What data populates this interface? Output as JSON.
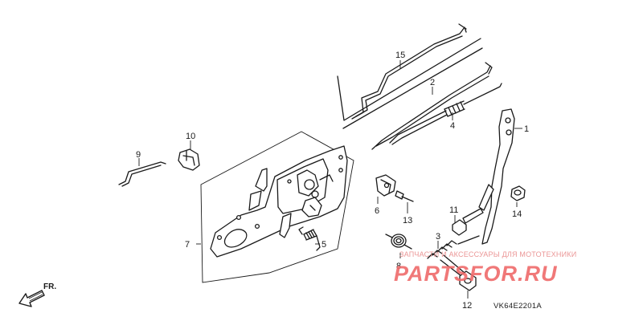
{
  "diagram": {
    "callouts": [
      "1",
      "2",
      "3",
      "4",
      "5",
      "6",
      "7",
      "8",
      "9",
      "10",
      "11",
      "12",
      "13",
      "14",
      "15"
    ],
    "front_label": "FR.",
    "code": "VK64E2201A"
  },
  "watermark": {
    "tagline": "ЗАПЧАСТИ И АКСЕССУАРЫ ДЛЯ МОТОТЕХНИКИ",
    "brand": "PARTSFOR.RU"
  },
  "colors": {
    "line": "#1a1a1a",
    "watermark": "#ef6a6a"
  }
}
